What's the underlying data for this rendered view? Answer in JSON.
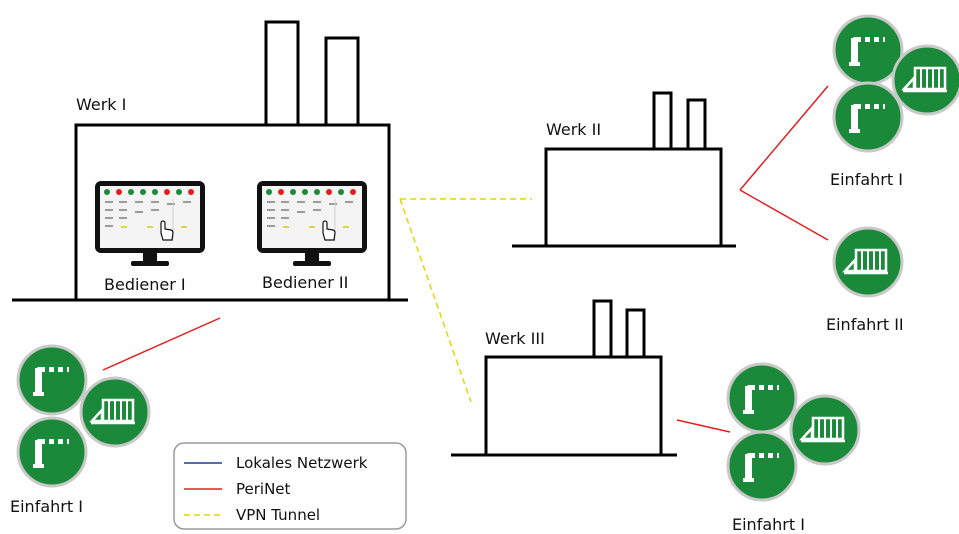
{
  "plants": {
    "werk1": {
      "label": "Werk I",
      "operators": [
        "Bediener I",
        "Bediener II"
      ]
    },
    "werk2": {
      "label": "Werk II"
    },
    "werk3": {
      "label": "Werk III"
    }
  },
  "entrances": {
    "werk1_entry": {
      "label": "Einfahrt I"
    },
    "werk2_entry1": {
      "label": "Einfahrt I"
    },
    "werk2_entry2": {
      "label": "Einfahrt II"
    },
    "werk3_entry": {
      "label": "Einfahrt I"
    }
  },
  "legend": {
    "items": [
      {
        "label": "Lokales Netzwerk",
        "color": "#1f3f8f",
        "style": "solid"
      },
      {
        "label": "PeriNet",
        "color": "#e02020",
        "style": "solid"
      },
      {
        "label": "VPN Tunnel",
        "color": "#e8d400",
        "style": "dashed"
      }
    ]
  },
  "colors": {
    "icon_green": "#1a8a3a",
    "outline": "#000000"
  },
  "icons": [
    "barrier-icon",
    "sliding-gate-icon",
    "touch-monitor-icon"
  ]
}
